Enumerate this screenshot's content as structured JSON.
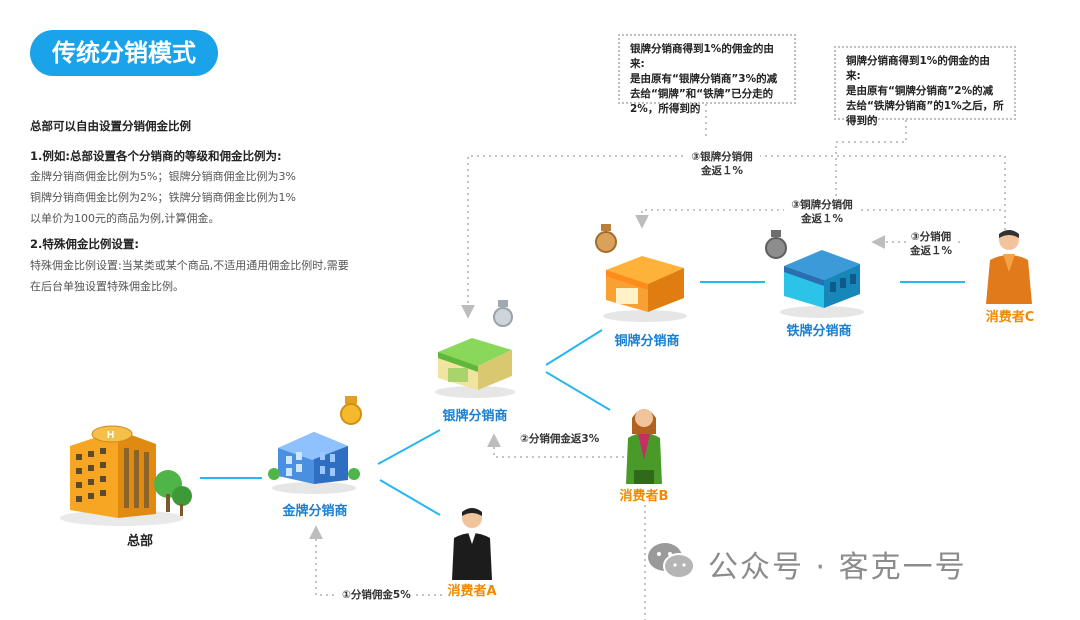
{
  "title": "传统分销模式",
  "description": {
    "intro": "总部可以自由设置分销佣金比例",
    "example_heading": "1.例如:总部设置各个分销商的等级和佣金比例为:",
    "example_lines": [
      "金牌分销商佣金比例为5%；银牌分销商佣金比例为3%",
      "铜牌分销商佣金比例为2%；铁牌分销商佣金比例为1%",
      "以单价为100元的商品为例,计算佣金。"
    ],
    "special_heading": "2.特殊佣金比例设置:",
    "special_lines": [
      "特殊佣金比例设置:当某类或某个商品,不适用通用佣金比例时,需要",
      "在后台单独设置特殊佣金比例。"
    ]
  },
  "notes": {
    "silver_note": [
      "银牌分销商得到1%的佣金的由来:",
      "是由原有“银牌分销商”3%的减",
      "去给“铜牌”和“铁牌”已分走的",
      "2%，所得到的"
    ],
    "copper_note": [
      "铜牌分销商得到1%的佣金的由来:",
      "是由原有“铜牌分销商”2%的减",
      "去给“铁牌分销商”的1%之后，所",
      "得到的"
    ]
  },
  "nodes": {
    "hq": "总部",
    "gold": "金牌分销商",
    "silver": "银牌分销商",
    "copper": "铜牌分销商",
    "iron": "铁牌分销商"
  },
  "consumers": {
    "a": "消费者A",
    "b": "消费者B",
    "c": "消费者C"
  },
  "flows": {
    "f1": "①分销佣金5%",
    "f2": "②分销佣金返3%",
    "f3_iron": [
      "③分销佣",
      "金返１%"
    ],
    "f3_copper": [
      "③铜牌分销佣",
      "金返１%"
    ],
    "f3_silver": [
      "③银牌分销佣",
      "金返１%"
    ]
  },
  "watermark": "公众号 · 客克一号",
  "colors": {
    "accent": "#1aa3e8",
    "connector": "#29b6f0",
    "consumer_label": "#f08a00",
    "node_label": "#1a7fd0"
  }
}
